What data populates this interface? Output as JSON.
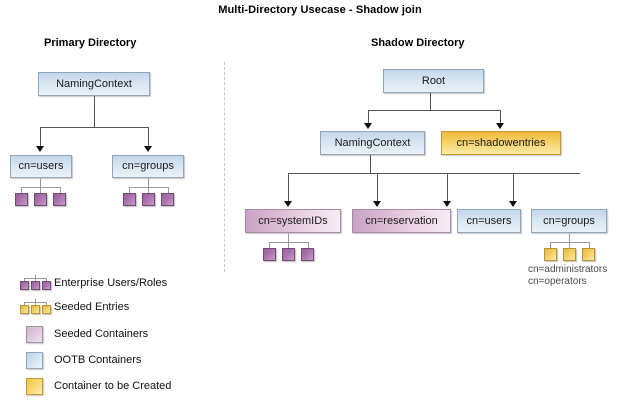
{
  "title": "Multi-Directory Usecase - Shadow join",
  "sections": {
    "primary": {
      "title": "Primary Directory"
    },
    "shadow": {
      "title": "Shadow Directory"
    }
  },
  "primary_tree": {
    "root": {
      "label": "NamingContext",
      "style": "ootb"
    },
    "children": [
      {
        "label": "cn=users",
        "style": "ootb",
        "entries": 3,
        "entry_style": "purple"
      },
      {
        "label": "cn=groups",
        "style": "ootb",
        "entries": 3,
        "entry_style": "purple"
      }
    ]
  },
  "shadow_tree": {
    "root": {
      "label": "Root",
      "style": "ootb"
    },
    "level2": [
      {
        "label": "NamingContext",
        "style": "ootb"
      },
      {
        "label": "cn=shadowentries",
        "style": "create"
      }
    ],
    "level3": [
      {
        "label": "cn=systemIDs",
        "style": "seeded",
        "entries": 3,
        "entry_style": "purple"
      },
      {
        "label": "cn=reservation",
        "style": "seeded",
        "entries": 0
      },
      {
        "label": "cn=users",
        "style": "ootb",
        "entries": 0
      },
      {
        "label": "cn=groups",
        "style": "ootb",
        "entries": 3,
        "entry_style": "yellow",
        "sublabels": [
          "cn=administrators",
          "cn=operators"
        ]
      }
    ]
  },
  "legend": {
    "items": [
      {
        "label": "Enterprise Users/Roles",
        "swatch": "cluster-purple"
      },
      {
        "label": "Seeded Entries",
        "swatch": "cluster-yellow"
      },
      {
        "label": "Seeded Containers",
        "swatch": "seeded-container"
      },
      {
        "label": "OOTB Containers",
        "swatch": "ootb-container"
      },
      {
        "label": "Container to be Created",
        "swatch": "create-container"
      }
    ]
  },
  "colors": {
    "ootb": "#d7e5f2",
    "seeded": "#ddc7de",
    "create": "#f5cf63",
    "entry_purple": "#ab72ad",
    "entry_yellow": "#f2cd63",
    "connector": "#555555",
    "divider": "#c8c8c8"
  }
}
